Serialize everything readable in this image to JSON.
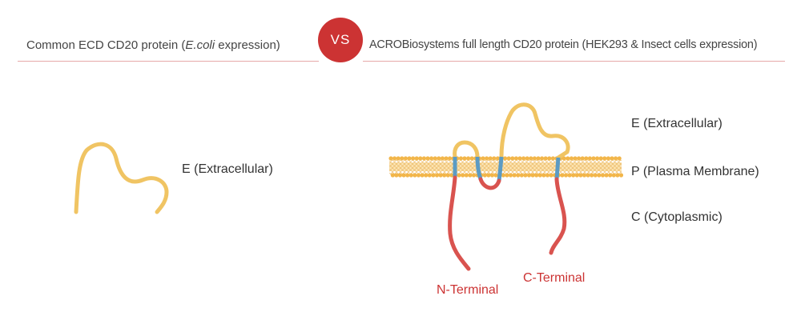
{
  "header": {
    "left_prefix": "Common ECD CD20 protein (",
    "left_italic": "E.coli",
    "left_suffix": " expression)",
    "vs": "VS",
    "right_title": "ACROBiosystems full length CD20 protein (HEK293 & Insect cells expression)"
  },
  "left_panel": {
    "label_extracellular": "E (Extracellular)"
  },
  "right_panel": {
    "label_extracellular": "E (Extracellular)",
    "label_membrane": "P (Plasma Membrane)",
    "label_cytoplasmic": "C (Cytoplasmic)",
    "n_terminal": "N-Terminal",
    "c_terminal": "C-Terminal"
  },
  "colors": {
    "accent_red": "#cc3333",
    "strand_yellow": "#f0c463",
    "strand_red": "#d9534f",
    "strand_blue": "#5b9bc4",
    "membrane_orange": "#f2b64a",
    "rule_pink": "#e6a9a9"
  }
}
